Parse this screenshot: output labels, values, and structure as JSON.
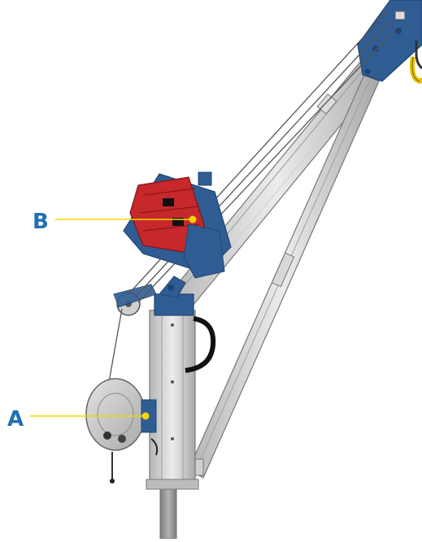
{
  "callouts": [
    {
      "letter": "A",
      "target": "winch-drum"
    },
    {
      "letter": "B",
      "target": "self-retracting-lifeline"
    }
  ],
  "colors": {
    "callout_text": "#1f6fb5",
    "leader_line": "#f2d600",
    "leader_dot": "#f2d600",
    "bracket_blue": "#2f5d93",
    "bracket_blue_dark": "#1f4472",
    "lifeline_red": "#c7282b",
    "aluminum_light": "#e6e6e6",
    "aluminum_mid": "#c4c4c4",
    "aluminum_dark": "#8a8a8a",
    "cable": "#555555",
    "winch_housing": "#d0d0d0",
    "hook_yellow": "#e8c100",
    "mast_pole": "#9a9a9a"
  },
  "icons": {
    "hook": "hook-icon",
    "pulley": "pulley-icon"
  }
}
